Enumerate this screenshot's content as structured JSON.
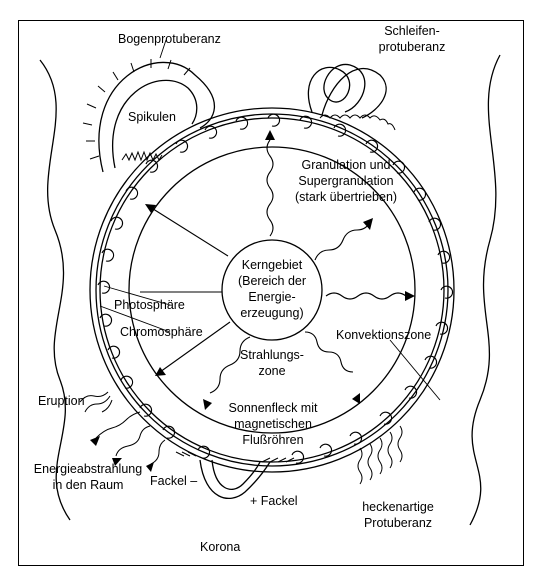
{
  "labels": {
    "bogenprotuberanz": "Bogenprotuberanz",
    "schleifen_1": "Schleifen-",
    "schleifen_2": "protuberanz",
    "spikulen": "Spikulen",
    "granulation_1": "Granulation und",
    "granulation_2": "Supergranulation",
    "granulation_3": "(stark übertrieben)",
    "kern_1": "Kerngebiet",
    "kern_2": "(Bereich der",
    "kern_3": "Energie-",
    "kern_4": "erzeugung)",
    "photosphaere": "Photosphäre",
    "chromosphaere": "Chromosphäre",
    "konvektionszone": "Konvektionszone",
    "strahlungs_1": "Strahlungs-",
    "strahlungs_2": "zone",
    "eruption": "Eruption",
    "sonnenfleck_1": "Sonnenfleck mit",
    "sonnenfleck_2": "magnetischen",
    "sonnenfleck_3": "Flußröhren",
    "energie_1": "Energieabstrahlung",
    "energie_2": "in den Raum",
    "fackel_left": "Fackel –",
    "fackel_right": "+ Fackel",
    "hecken_1": "heckenartige",
    "hecken_2": "Protuberanz",
    "korona": "Korona"
  }
}
